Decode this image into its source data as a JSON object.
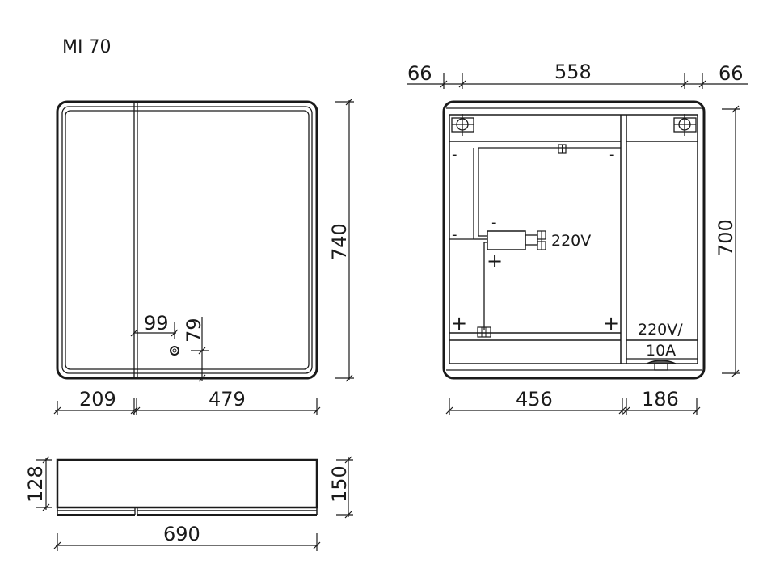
{
  "title": "MI 70",
  "front_view": {
    "dimensions": {
      "height": "740",
      "left_panel_width": "209",
      "right_panel_width": "479",
      "switch_offset_x": "99",
      "switch_offset_y": "79"
    }
  },
  "back_view": {
    "dimensions": {
      "left_margin": "66",
      "mount_spacing": "558",
      "right_margin": "66",
      "height": "700",
      "left_section_width": "456",
      "right_section_width": "186"
    },
    "labels": {
      "driver_voltage": "220V",
      "socket_rating_line1": "220V/",
      "socket_rating_line2": "10A",
      "minus": "-",
      "plus": "+"
    }
  },
  "side_view": {
    "dimensions": {
      "width": "690",
      "body_depth": "128",
      "total_depth": "150"
    }
  },
  "colors": {
    "line": "#1a1a1a",
    "background": "#ffffff"
  }
}
